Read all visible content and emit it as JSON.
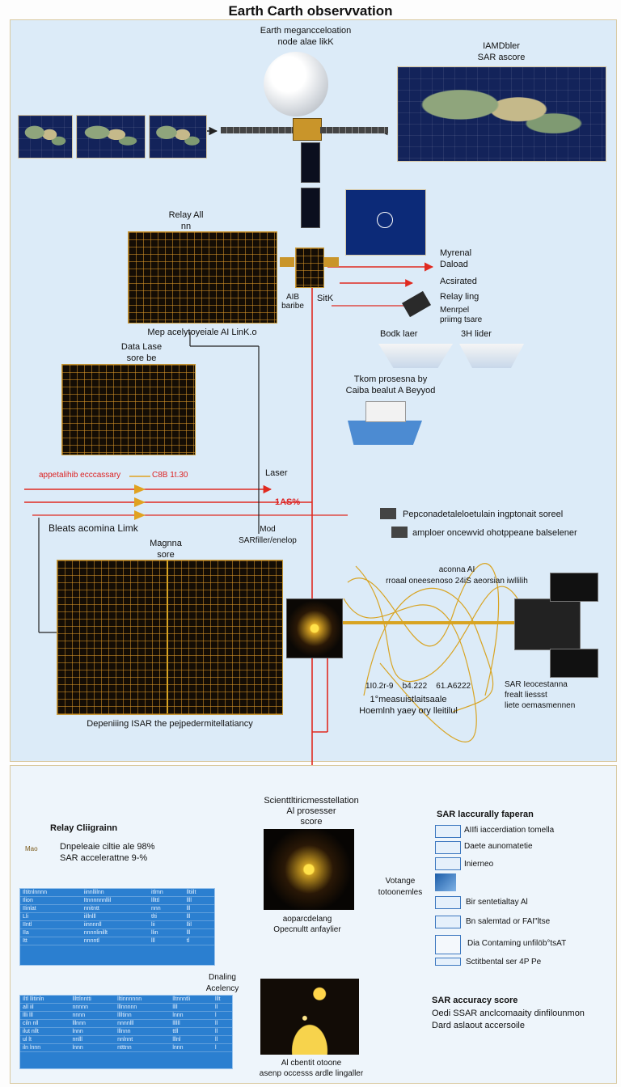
{
  "title": "Earth Carth observvation",
  "colors": {
    "panel": "#dcebf8",
    "laser": "#e02a20",
    "link": "#d8a423",
    "grid": "#140d05"
  },
  "top": {
    "constellation_label": "Earth megancceloation\nnode alae likK",
    "sar_score_label": "IAMDbler\nSAR ascore",
    "relay_label": "Relay All\nnn",
    "relay_caption": "Mep acelytoyeiale AI LinK.o",
    "sat_labels": [
      "AIB\nbaribe",
      "SitK"
    ],
    "right_list": [
      "Myrenal\nDaload",
      "Acsirated",
      "Relay ling",
      "Menrpel\npriimg tsare"
    ],
    "book_label": "Bodk laer",
    "rider_label": "3H lider",
    "ship_label": "Tkom prosesna by\nCaiba bealut A Beyyod",
    "data_laser_label": "Data Lase\nsore be",
    "accuracy_red": "appetalihib ecccassary",
    "accuracy_value": "C8B 1t.30",
    "laser_label": "Laser",
    "laser_pct": "1AS%",
    "legend_1": "Pepconadetaleloetulain ingptonait soreel",
    "legend_2": "amploer oncewvid ohotppeane balselener",
    "beats_label": "Bleats acomina Limk",
    "magma_label": "Magnna\nsore",
    "mod_label": "Mod\nSARfiller/enelop",
    "link_label": "aconna AI\nrroaal oneesenoso 24iS aeorsian iwllilih",
    "sar_link_label": "SAR Ieocestanna\nfrealt liessst\nliete oemasmennen",
    "values_label": "1I0.2r-9    b4.222    61.A6222",
    "measure_label": "1°measuistlaitsaale\nHoemlnh yaey ory lleitilul",
    "bottom_caption": "Depeniiing ISAR the pejpedermitellatiancy"
  },
  "bottom": {
    "sci_label": "Scienttltiricmesstellation\nAl prosesser\nscore",
    "relay_chart": "Relay Cliigrainn",
    "relay_lines": [
      "Dnpeleaie ciltie ale 98%",
      "SAR accelerattne 9-%"
    ],
    "relay_tag": "Mao",
    "opt_label": "aoparcdelang\nOpecnultt anfaylier",
    "voltage_label": "Votange\ntotoonemles",
    "dealing_label": "Dnaling\nAcelency",
    "ai_label": "Al cbentit otoone\nasenp occesss ardle lingaller",
    "sar_list_title": "SAR laccurally faperan",
    "sar_list": [
      "AIIfi iaccerdiation tomella",
      "Daete aunomatetie",
      "Inierneo",
      "",
      "Bir sentetialtay Al",
      "Bn salemtad or FAI\"ltse",
      "Dia Contaming unfilöb°tsAT",
      "Sctitbental ser 4P Pe"
    ],
    "sar_acc_title": "SAR accuracy score",
    "sar_acc_lines": [
      "Oedi SSAR anclcomaaity dinfilounmon",
      "Dard aslaout accersoile"
    ],
    "table_header": [
      "Iltitnlnnnn",
      "iinnllilnn",
      "itlmn",
      "lltiilt"
    ],
    "table_rows": [
      [
        "Ilion",
        "Itnnnnnnllil",
        "lllttl",
        "llll"
      ],
      [
        "IIinlat",
        "nnitntt",
        "nnn",
        "lll"
      ],
      [
        "Lli",
        "iillnlll",
        "tlti",
        "lll"
      ],
      [
        "IIntl",
        "iinnnnll",
        "lii",
        "llil"
      ],
      [
        "IIa",
        "nnnnlinillt",
        "llin",
        "lll"
      ],
      [
        "Itt",
        "nnnntl",
        "lll",
        "tl"
      ]
    ],
    "table2_header": [
      "Iltl llitinln",
      "lllttlnntti",
      "lltinnnnnn",
      "lltnnntli",
      "lllt"
    ],
    "table2_rows": [
      [
        "all iil",
        "nnnnn",
        "lllnnnnn",
        "llll",
        "ll"
      ],
      [
        "llli lll",
        "nnnn",
        "lllltinn",
        "lnnn",
        "l"
      ],
      [
        "ciln nll",
        "lllnnn",
        "nnnnlll",
        "llllll",
        "ll"
      ],
      [
        "ilut nllt",
        "lnnn",
        "lllnnn",
        "ttll",
        "ll"
      ],
      [
        "ul lt",
        "nnlll",
        "nnlnnt",
        "lllnl",
        "ll"
      ],
      [
        "iln lnnn",
        "lnnn",
        "ntttnn",
        "lnnn",
        "l"
      ]
    ]
  }
}
